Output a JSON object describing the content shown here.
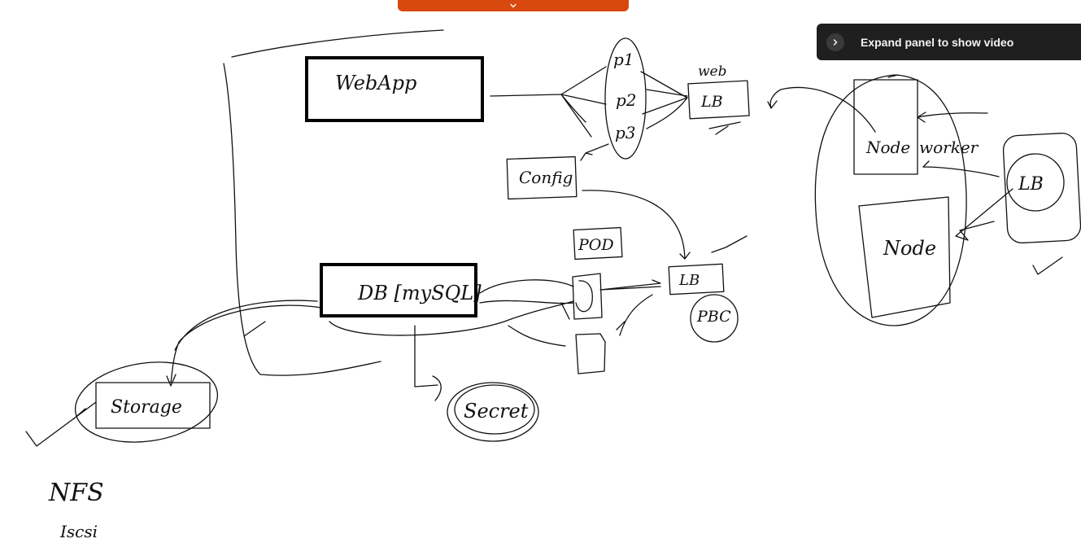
{
  "toolbar": {
    "collapse_tab_icon": "chevron-down-icon",
    "accent_color": "#d9480f"
  },
  "video_panel": {
    "label": "Expand panel to show video",
    "icon": "chevron-right-icon",
    "background_color": "#1f1f1f"
  },
  "whiteboard": {
    "labels": {
      "webapp": "WebApp",
      "db": "DB [mySQL]",
      "p1": "p1",
      "p2": "p2",
      "p3": "p3",
      "web": "web",
      "lb_web": "LB",
      "config": "Config",
      "pod": "POD",
      "lb_db": "LB",
      "pbc": "PBC",
      "node1": "Node",
      "worker": "worker",
      "node2": "Node",
      "lb_right": "LB",
      "storage": "Storage",
      "secret": "Secret",
      "nfs": "NFS",
      "iscsi": "Iscsi"
    }
  }
}
